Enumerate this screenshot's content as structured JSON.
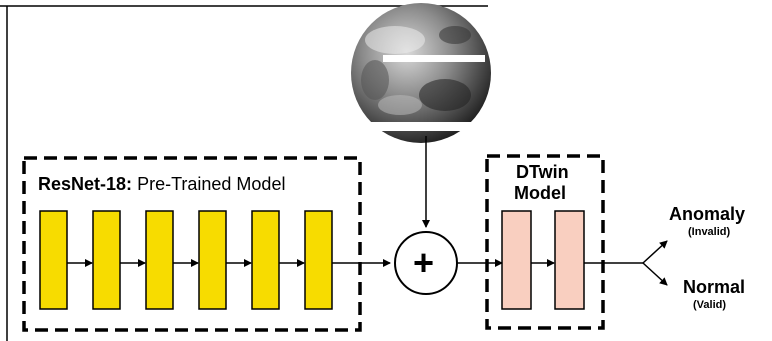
{
  "resnet": {
    "name": "ResNet-18:",
    "desc": "Pre-Trained Model"
  },
  "dtwin": {
    "line1": "DTwin",
    "line2": "Model"
  },
  "combine": {
    "symbol": "+"
  },
  "outputs": {
    "anomaly": {
      "label": "Anomaly",
      "sub": "(Invalid)"
    },
    "normal": {
      "label": "Normal",
      "sub": "(Valid)"
    }
  },
  "colors": {
    "resnet_block": "#f7dc00",
    "dtwin_block": "#f9cfc0",
    "stroke": "#000000"
  }
}
